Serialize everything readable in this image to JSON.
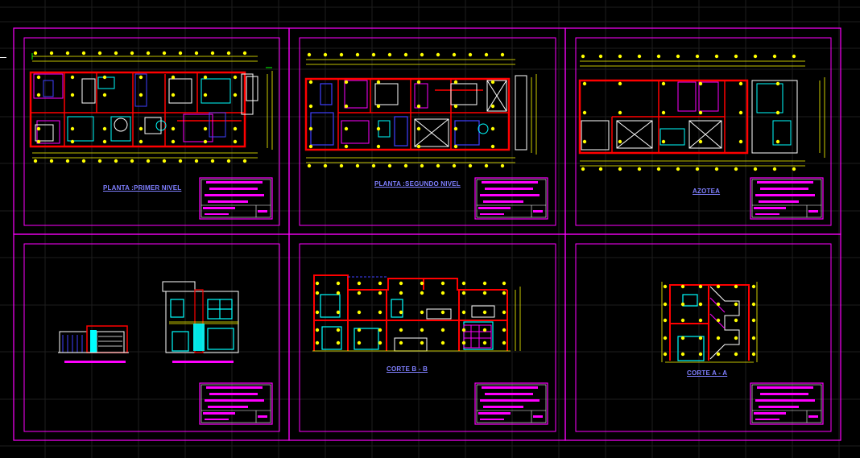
{
  "app": {
    "background": "#000000",
    "frame_color": "#ff00ff",
    "grid_color": "#1e1e1e"
  },
  "sheets": [
    {
      "id": "planta-primer-nivel",
      "title": "PLANTA :PRIMER NIVEL"
    },
    {
      "id": "planta-segundo-nivel",
      "title": "PLANTA :SEGUNDO NIVEL"
    },
    {
      "id": "azotea",
      "title": "AZOTEA"
    },
    {
      "id": "elevaciones",
      "title": ""
    },
    {
      "id": "corte-b-b",
      "title": "CORTE B - B"
    },
    {
      "id": "corte-a-a",
      "title": "CORTE A - A"
    }
  ],
  "colors": {
    "magenta": "#ff00ff",
    "red": "#ff0000",
    "yellow": "#ffff00",
    "cyan": "#00ffff",
    "blue": "#4040ff",
    "white": "#ffffff",
    "green": "#00ff00",
    "label": "#7f7fff"
  }
}
